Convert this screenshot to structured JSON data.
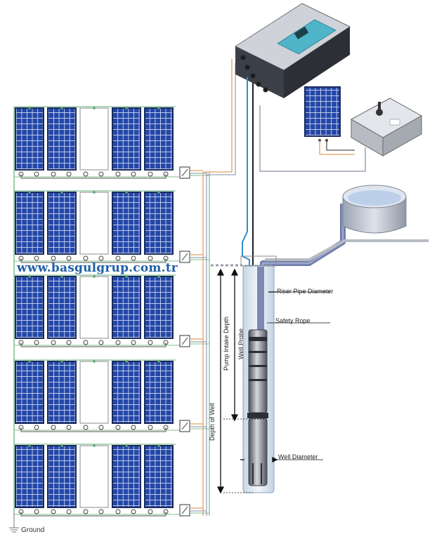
{
  "watermark": "www.basgulgrup.com.tr",
  "labels": {
    "riser_pipe_diameter": "Riser Pipe Diameter",
    "safety_rope": "Safety Rope",
    "well_diameter": "Well Diameter",
    "pump_intake_depth": "Pump Intake Depth",
    "well_probe": "Well Probe",
    "depth_of_well": "Depth of Well",
    "ground": "Ground"
  },
  "solar_array": {
    "rows": 5,
    "panels_per_row": 5,
    "empty_slot_index": 2
  },
  "colors": {
    "panel_cell": "#2447a8",
    "panel_frame": "#1a2a5e",
    "water_pipe": "#6d7aa8",
    "cable_blue": "#2f8fcf",
    "cable_orange": "#e0a060",
    "cable_green": "#7fbf8f",
    "controller_body": "#3b3f48",
    "controller_panel": "#4fb5c8",
    "watermark": "#1f5fa8"
  }
}
